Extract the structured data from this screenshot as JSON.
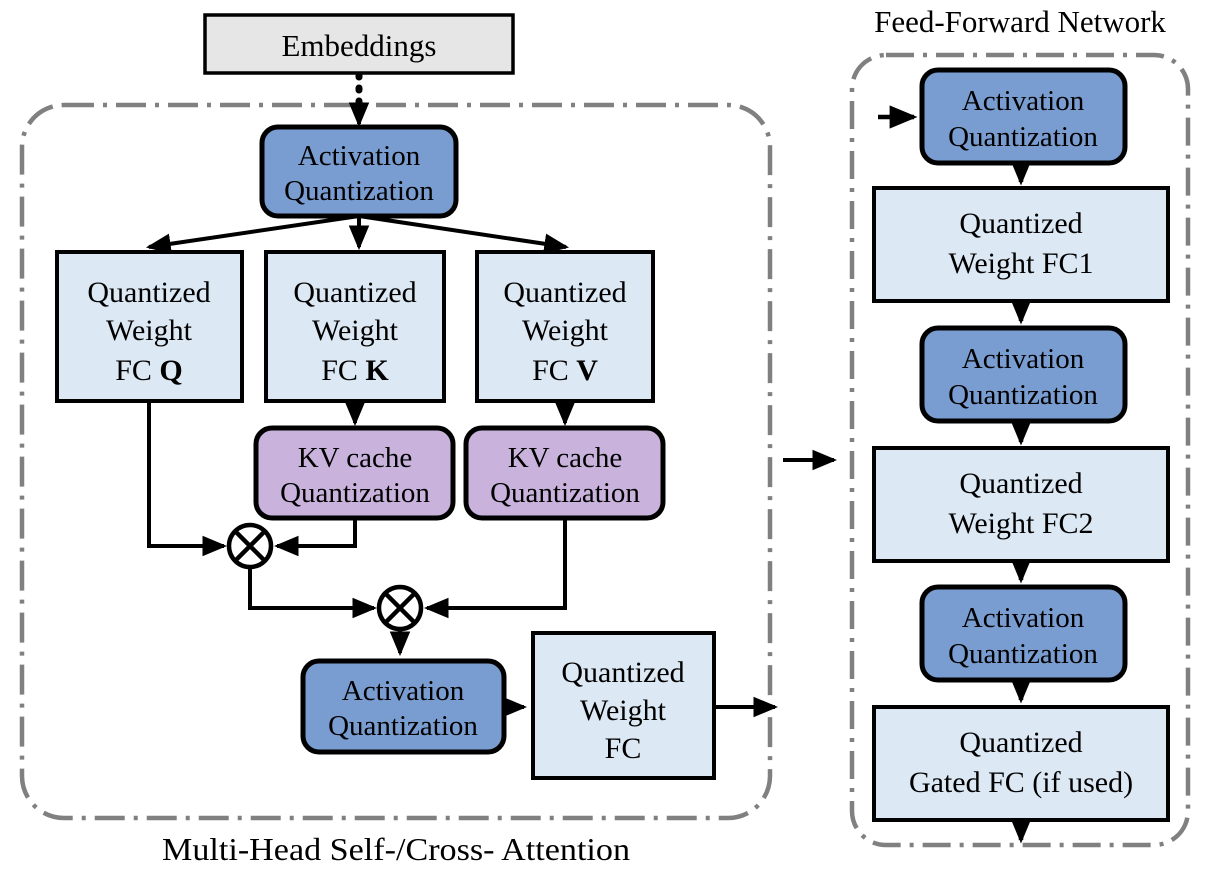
{
  "diagram": {
    "title_ffn": "Feed-Forward Network",
    "caption_attention": "Multi-Head Self-/Cross- Attention",
    "colors": {
      "activation_fill": "#7a9dd1",
      "weight_fill": "#dce8f4",
      "kvcache_fill": "#c9b3dc",
      "embeddings_fill": "#e6e6e6",
      "stroke": "#000000",
      "group_border": "#808080"
    },
    "nodes": {
      "embeddings": {
        "label": "Embeddings"
      },
      "attn_act_top": {
        "line1": "Activation",
        "line2": "Quantization"
      },
      "fc_q": {
        "line1": "Quantized",
        "line2": "Weight",
        "line3a": "FC ",
        "line3b": "Q"
      },
      "fc_k": {
        "line1": "Quantized",
        "line2": "Weight",
        "line3a": "FC ",
        "line3b": "K"
      },
      "fc_v": {
        "line1": "Quantized",
        "line2": "Weight",
        "line3a": "FC ",
        "line3b": "V"
      },
      "kv_cache_k": {
        "line1": "KV cache",
        "line2": "Quantization"
      },
      "kv_cache_v": {
        "line1": "KV cache",
        "line2": "Quantization"
      },
      "attn_act_bottom": {
        "line1": "Activation",
        "line2": "Quantization"
      },
      "attn_out_fc": {
        "line1": "Quantized",
        "line2": "Weight",
        "line3": "FC"
      },
      "ffn_act_1": {
        "line1": "Activation",
        "line2": "Quantization"
      },
      "ffn_fc1": {
        "line1": "Quantized",
        "line2": "Weight FC1"
      },
      "ffn_act_2": {
        "line1": "Activation",
        "line2": "Quantization"
      },
      "ffn_fc2": {
        "line1": "Quantized",
        "line2": "Weight FC2"
      },
      "ffn_act_3": {
        "line1": "Activation",
        "line2": "Quantization"
      },
      "ffn_gated_fc": {
        "line1": "Quantized",
        "line2": "Gated FC (if used)"
      }
    },
    "operators": {
      "matmul_qk": "⊗",
      "matmul_sv": "⊗"
    }
  }
}
